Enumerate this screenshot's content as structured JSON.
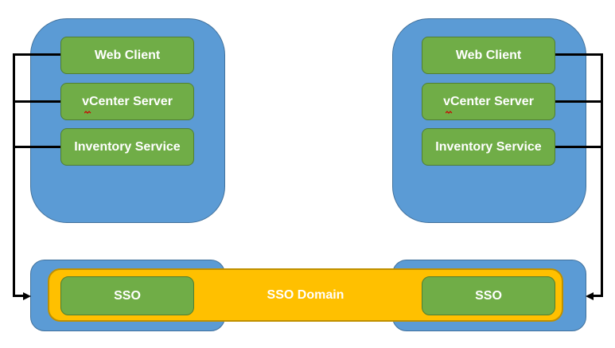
{
  "clusters": [
    {
      "id": "left",
      "services": [
        {
          "label": "Web Client"
        },
        {
          "label": "vCenter Server",
          "spellcheck_underline": true
        },
        {
          "label": "Inventory Service"
        }
      ],
      "sso": {
        "label": "SSO"
      }
    },
    {
      "id": "right",
      "services": [
        {
          "label": "Web Client"
        },
        {
          "label": "vCenter Server",
          "spellcheck_underline": true
        },
        {
          "label": "Inventory Service"
        }
      ],
      "sso": {
        "label": "SSO"
      }
    }
  ],
  "sso_domain": {
    "label": "SSO Domain"
  },
  "colors": {
    "cluster_blue": "#5B9BD5",
    "cluster_blue_border": "#41719C",
    "node_green": "#70AD47",
    "node_green_border": "#507E32",
    "domain_orange": "#FFC000",
    "domain_orange_border": "#BF9000",
    "connector_black": "#000000",
    "label_text": "#FFFFFF",
    "background": "#FFFFFF"
  }
}
